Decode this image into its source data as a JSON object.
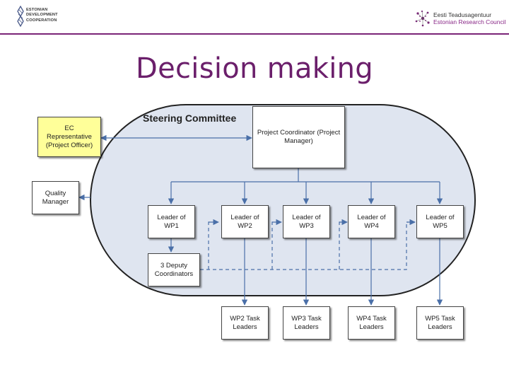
{
  "header": {
    "left_logo": {
      "icon": "estonian-development-cooperation-logo",
      "lines": [
        "ESTONIAN",
        "DEVELOPMENT",
        "COOPERATION"
      ]
    },
    "right_logo": {
      "icon": "estonian-research-council-logo",
      "line1": "Eesti Teadusagentuur",
      "line2": "Estonian Research Council"
    }
  },
  "title": "Decision making",
  "diagram": {
    "steering_committee_label": "Steering Committee",
    "nodes": {
      "ec_rep": "EC\nRepresentative\n(Project Officer)",
      "quality_manager": "Quality\nManager",
      "project_coordinator": "Project Coordinator (Project\nManager)",
      "leader_wp1": "Leader of\nWP1",
      "leader_wp2": "Leader of\nWP2",
      "leader_wp3": "Leader of\nWP3",
      "leader_wp4": "Leader of\nWP4",
      "leader_wp5": "Leader of\nWP5",
      "deputy_coordinators": "3 Deputy\nCoordinators",
      "wp2_task": "WP2 Task\nLeaders",
      "wp3_task": "WP3 Task\nLeaders",
      "wp4_task": "WP4 Task\nLeaders",
      "wp5_task": "WP5 Task\nLeaders"
    },
    "colors": {
      "committee_fill": "#dfe5f0",
      "connector": "#4a6fa8",
      "ec_fill": "#ffff99",
      "title": "#6b1f6b"
    }
  }
}
